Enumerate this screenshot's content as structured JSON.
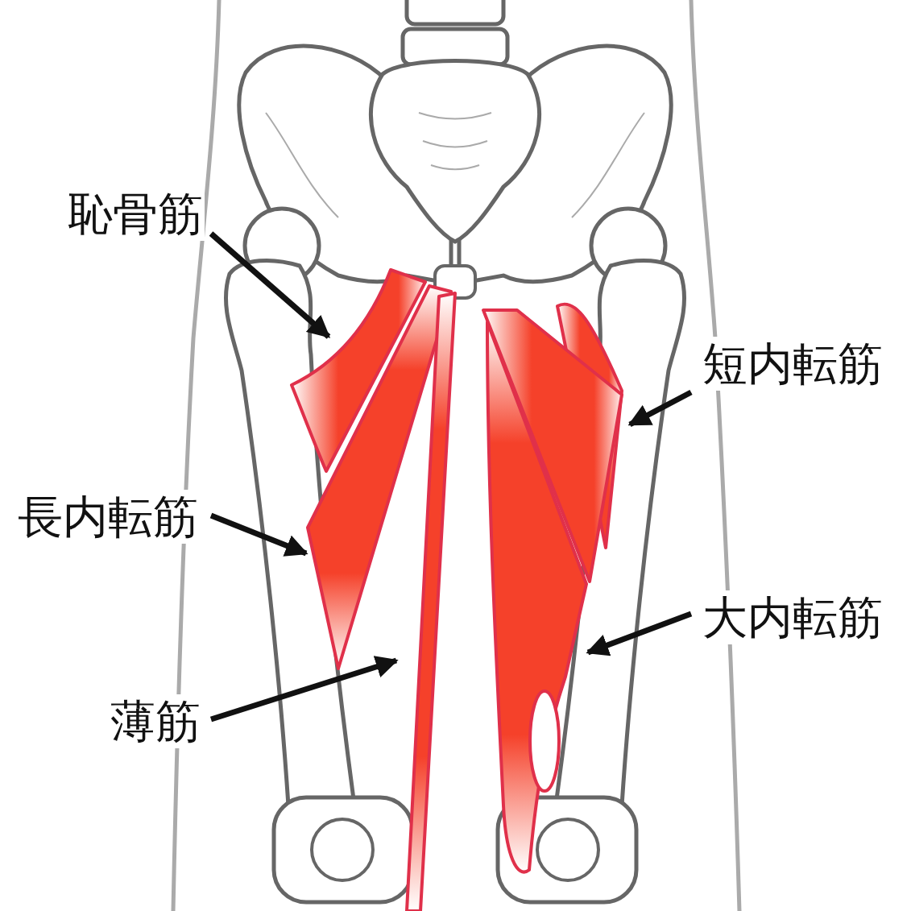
{
  "diagram": {
    "labels": [
      "恥骨筋",
      "短内転筋",
      "長内転筋",
      "大内転筋",
      "薄筋"
    ]
  }
}
